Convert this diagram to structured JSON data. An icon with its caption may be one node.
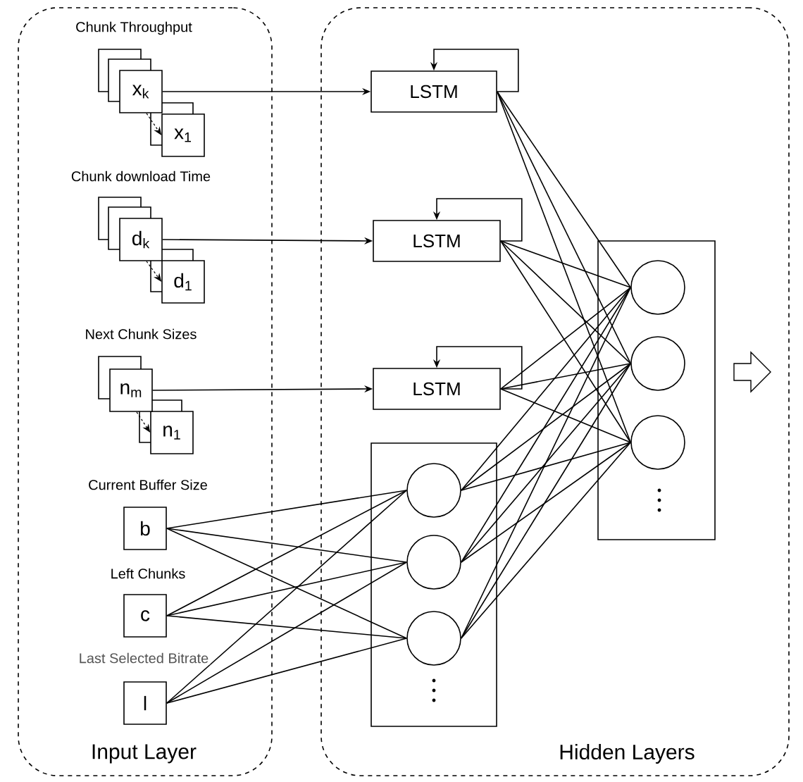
{
  "diagram": {
    "nodes": [
      {
        "text": [
          "Input Layer"
        ]
      },
      {
        "text": [
          "Hidden Layers"
        ]
      },
      {
        "text": [
          "x$_{k}$"
        ],
        "in": 0,
        "beside": [
          "Chunk Throughput"
        ]
      },
      {
        "text": [
          "x$_{1}$"
        ],
        "in": 0
      },
      {
        "text": [
          "d$_{k}$"
        ],
        "in": 0,
        "beside": [
          "Chunk download Time"
        ]
      },
      {
        "text": [
          "d$_{1}$"
        ],
        "in": 0
      },
      {
        "text": [
          "n$_{m}$"
        ],
        "in": 0,
        "beside": [
          "Next Chunk Sizes"
        ]
      },
      {
        "text": [
          "n$_{1}$"
        ],
        "in": 0
      },
      {
        "text": [
          "b"
        ],
        "in": 0,
        "beside": [
          "Current Buffer Size"
        ]
      },
      {
        "text": [
          "c"
        ],
        "in": 0,
        "beside": [
          "Left Chunks"
        ]
      },
      {
        "text": [
          "l"
        ],
        "in": 0,
        "beside": [
          "Last Selected Bitrate"
        ]
      },
      {
        "text": [
          "LSTM"
        ],
        "in": 1
      },
      {
        "text": [
          "LSTM"
        ],
        "in": 1
      },
      {
        "text": [
          "LSTM"
        ],
        "in": 1
      },
      {
        "text": [],
        "shape": "box",
        "in": 1
      },
      {
        "text": [],
        "shape": "circle",
        "in": 14
      },
      {
        "text": [],
        "shape": "circle",
        "in": 14
      },
      {
        "text": [],
        "shape": "circle",
        "in": 14
      },
      {
        "text": [],
        "shape": "box",
        "in": 1
      },
      {
        "text": [],
        "shape": "circle",
        "in": 18
      },
      {
        "text": [],
        "shape": "circle",
        "in": 18
      },
      {
        "text": [],
        "shape": "circle",
        "in": 18
      }
    ],
    "edges": [
      {
        "from": 2,
        "to": 3,
        "arrow": "to",
        "style": "dashed"
      },
      {
        "from": 4,
        "to": 5,
        "arrow": "to",
        "style": "dashed"
      },
      {
        "from": 6,
        "to": 7,
        "arrow": "to",
        "style": "dashed"
      },
      {
        "from": 2,
        "to": 11,
        "arrow": "to"
      },
      {
        "from": 4,
        "to": 12,
        "arrow": "to"
      },
      {
        "from": 6,
        "to": 13,
        "arrow": "to"
      },
      {
        "from": 11,
        "to": 11,
        "arrow": "to"
      },
      {
        "from": 12,
        "to": 12,
        "arrow": "to"
      },
      {
        "from": 13,
        "to": 13,
        "arrow": "to"
      },
      {
        "from": 8,
        "to": 15,
        "arrow": "none"
      },
      {
        "from": 8,
        "to": 16,
        "arrow": "none"
      },
      {
        "from": 8,
        "to": 17,
        "arrow": "none"
      },
      {
        "from": 9,
        "to": 15,
        "arrow": "none"
      },
      {
        "from": 9,
        "to": 16,
        "arrow": "none"
      },
      {
        "from": 9,
        "to": 17,
        "arrow": "none"
      },
      {
        "from": 10,
        "to": 15,
        "arrow": "none"
      },
      {
        "from": 10,
        "to": 16,
        "arrow": "none"
      },
      {
        "from": 10,
        "to": 17,
        "arrow": "none"
      },
      {
        "from": 11,
        "to": 19,
        "arrow": "none"
      },
      {
        "from": 11,
        "to": 20,
        "arrow": "none"
      },
      {
        "from": 11,
        "to": 21,
        "arrow": "none"
      },
      {
        "from": 12,
        "to": 19,
        "arrow": "none"
      },
      {
        "from": 12,
        "to": 20,
        "arrow": "none"
      },
      {
        "from": 12,
        "to": 21,
        "arrow": "none"
      },
      {
        "from": 13,
        "to": 19,
        "arrow": "none"
      },
      {
        "from": 13,
        "to": 20,
        "arrow": "none"
      },
      {
        "from": 13,
        "to": 21,
        "arrow": "none"
      },
      {
        "from": 15,
        "to": 19,
        "arrow": "none"
      },
      {
        "from": 15,
        "to": 20,
        "arrow": "none"
      },
      {
        "from": 15,
        "to": 21,
        "arrow": "none"
      },
      {
        "from": 16,
        "to": 19,
        "arrow": "none"
      },
      {
        "from": 16,
        "to": 20,
        "arrow": "none"
      },
      {
        "from": 16,
        "to": 21,
        "arrow": "none"
      },
      {
        "from": 17,
        "to": 19,
        "arrow": "none"
      },
      {
        "from": 17,
        "to": 20,
        "arrow": "none"
      },
      {
        "from": 17,
        "to": 21,
        "arrow": "none"
      }
    ]
  }
}
